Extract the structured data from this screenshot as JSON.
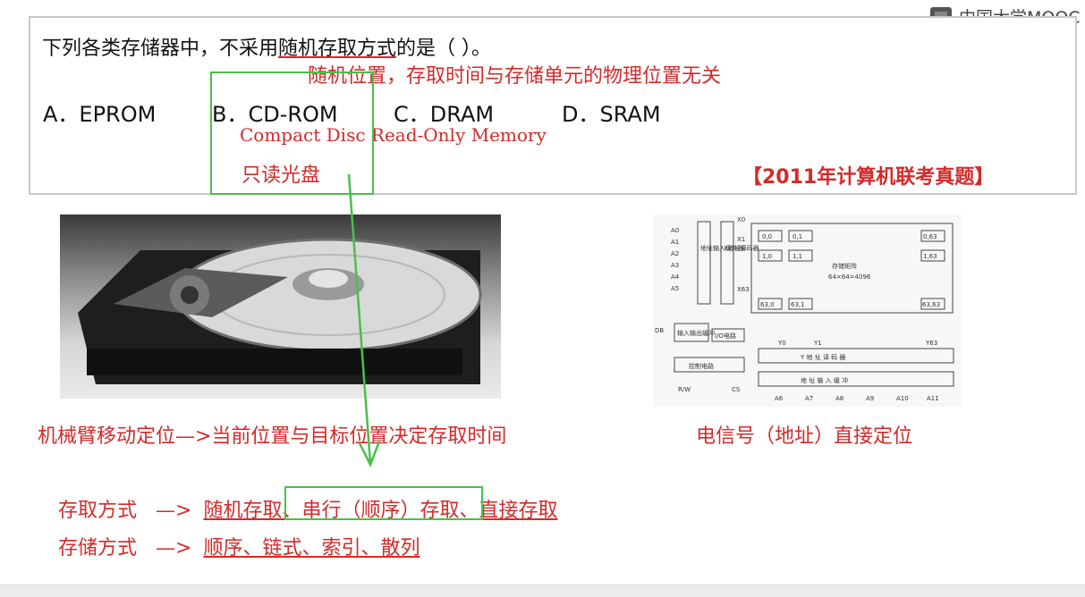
{
  "logo": {
    "text": "中国大学MOOC",
    "icon": "mooc-logo-icon"
  },
  "question": {
    "prefix": "下列各类存储器中，不采用",
    "highlight": "随机存取方式",
    "suffix": "的是（      ）。",
    "annotation": "随机位置，存取时间与存储单元的物理位置无关",
    "options": [
      {
        "label": "A．EPROM"
      },
      {
        "label": "B．CD-ROM"
      },
      {
        "label": "C．DRAM"
      },
      {
        "label": "D．SRAM"
      }
    ],
    "cd_fullname": "Compact Disc Read-Only Memory",
    "cd_chinese": "只读光盘",
    "source": "【2011年计算机联考真题】"
  },
  "captions": {
    "disk": "机械臂移动定位—>当前位置与目标位置决定存取时间",
    "circuit": "电信号（地址）直接定位"
  },
  "circuit": {
    "inputs": [
      "A0",
      "A1",
      "A2",
      "A3",
      "A4",
      "A5"
    ],
    "cells": [
      "0,0",
      "0,1",
      "0,63",
      "1,0",
      "1,1",
      "1,63",
      "63,0",
      "63,1",
      "63,63"
    ],
    "matrix_label": "存储矩阵",
    "matrix_size": "64×64=4096",
    "x_decoder": "X地址译码器",
    "addr_buffer": "地址输入缓冲器",
    "io_buffer": "输入输出缓冲",
    "io_circuit": "I/O电路",
    "control": "控制电路",
    "y_decoder": "Y 地 址 译 码 器",
    "y_buffer": "地 址 输 入 缓 冲",
    "y_inputs": [
      "A6",
      "A7",
      "A8",
      "A9",
      "A10",
      "A11"
    ],
    "rw": "R/W",
    "cs": "CS",
    "db": "DB",
    "x_lines": [
      "X0",
      "X1",
      "X63"
    ],
    "y_lines": [
      "Y0",
      "Y1",
      "Y63"
    ]
  },
  "summary": {
    "row1_label": "存取方式",
    "row1_items": [
      "随机存取、",
      "串行（顺序）存取、",
      "直接存取"
    ],
    "row2_label": "存储方式",
    "row2_items": "顺序、链式、索引、散列",
    "arrow": "—>"
  },
  "colors": {
    "red": "#d42a2a",
    "green": "#49c04a",
    "border": "#c9c9c9"
  }
}
